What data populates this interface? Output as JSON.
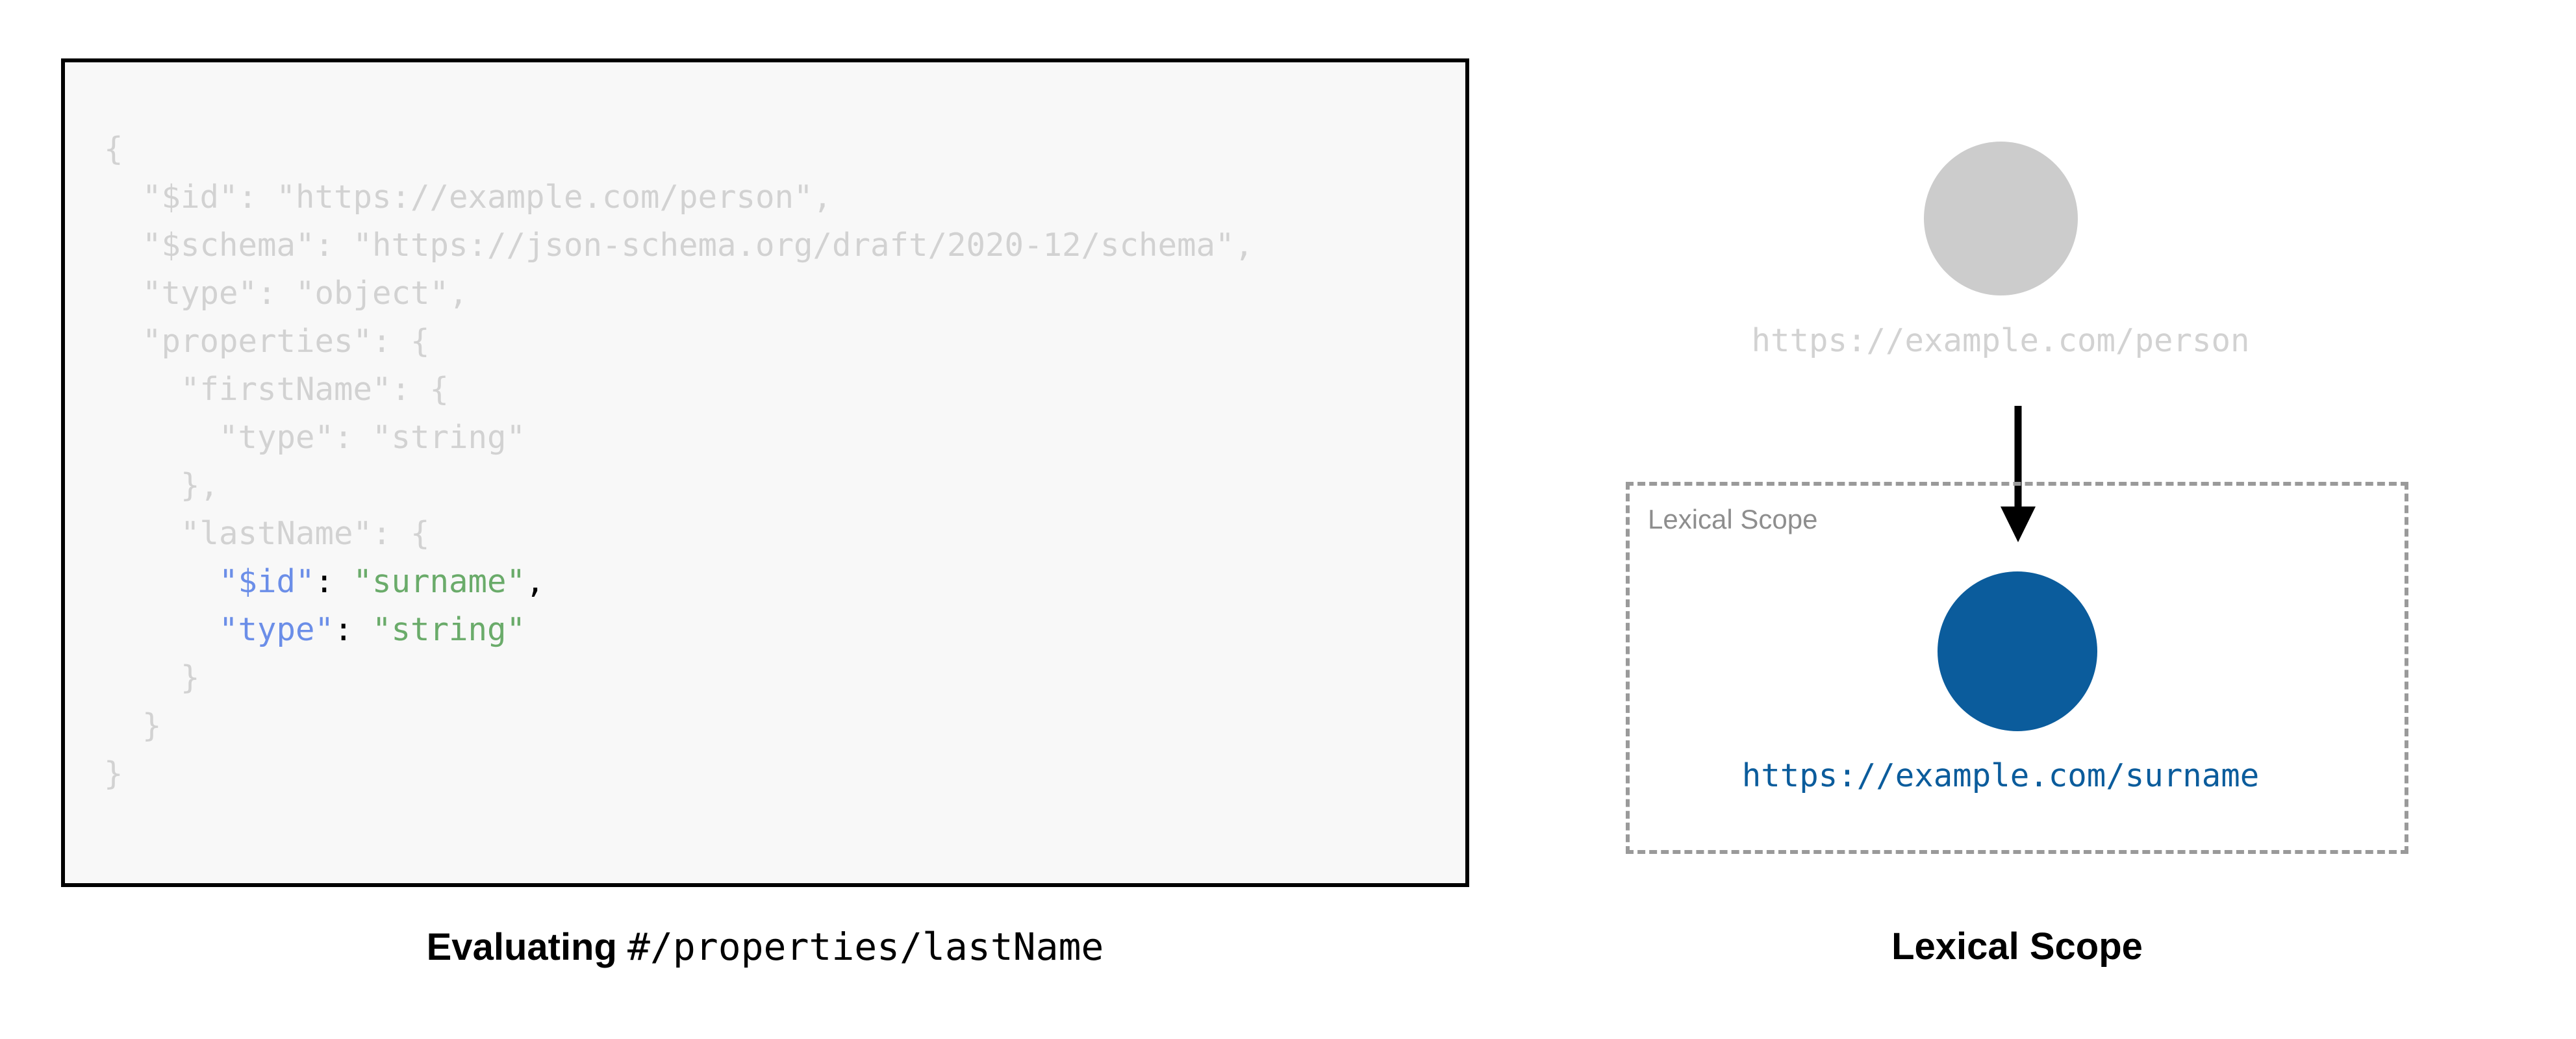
{
  "left": {
    "caption": {
      "bold_text": "Evaluating",
      "mono_text": "#/properties/lastName"
    },
    "code": {
      "language": "json",
      "lines": [
        {
          "indent": 0,
          "segments": [
            {
              "text": "{",
              "style": "dim"
            }
          ]
        },
        {
          "indent": 1,
          "segments": [
            {
              "text": "\"$id\": \"https://example.com/person\",",
              "style": "dim"
            }
          ]
        },
        {
          "indent": 1,
          "segments": [
            {
              "text": "\"$schema\": \"https://json-schema.org/draft/2020-12/schema\",",
              "style": "dim"
            }
          ]
        },
        {
          "indent": 1,
          "segments": [
            {
              "text": "\"type\": \"object\",",
              "style": "dim"
            }
          ]
        },
        {
          "indent": 1,
          "segments": [
            {
              "text": "\"properties\": {",
              "style": "dim"
            }
          ]
        },
        {
          "indent": 2,
          "segments": [
            {
              "text": "\"firstName\": {",
              "style": "dim"
            }
          ]
        },
        {
          "indent": 3,
          "segments": [
            {
              "text": "\"type\": \"string\"",
              "style": "dim"
            }
          ]
        },
        {
          "indent": 2,
          "segments": [
            {
              "text": "},",
              "style": "dim"
            }
          ]
        },
        {
          "indent": 2,
          "segments": [
            {
              "text": "\"lastName\": {",
              "style": "dim"
            }
          ]
        },
        {
          "indent": 3,
          "segments": [
            {
              "text": "\"$id\"",
              "style": "tok-key"
            },
            {
              "text": ": ",
              "style": "tok-punc"
            },
            {
              "text": "\"surname\"",
              "style": "tok-str"
            },
            {
              "text": ",",
              "style": "tok-punc"
            }
          ]
        },
        {
          "indent": 3,
          "segments": [
            {
              "text": "\"type\"",
              "style": "tok-key"
            },
            {
              "text": ": ",
              "style": "tok-punc"
            },
            {
              "text": "\"string\"",
              "style": "tok-str"
            }
          ]
        },
        {
          "indent": 2,
          "segments": [
            {
              "text": "}",
              "style": "dim"
            }
          ]
        },
        {
          "indent": 1,
          "segments": [
            {
              "text": "}",
              "style": "dim"
            }
          ]
        },
        {
          "indent": 0,
          "segments": [
            {
              "text": "}",
              "style": "dim"
            }
          ]
        }
      ]
    }
  },
  "right": {
    "caption": "Lexical Scope",
    "scope_box_label": "Lexical Scope",
    "grey_node_label": "https://example.com/person",
    "blue_node_label": "https://example.com/surname"
  },
  "colors": {
    "code_dim": "#d2d2d2",
    "code_key": "#6b8ee8",
    "code_string": "#6aab6a",
    "code_punctuation": "#000000",
    "code_box_background": "#f8f8f8",
    "code_box_border": "#000000",
    "grey_node": "#cccccc",
    "blue_node": "#0b5c9c",
    "scope_border": "#9a9a9a",
    "scope_label": "#8e8e8e",
    "arrow": "#000000"
  }
}
